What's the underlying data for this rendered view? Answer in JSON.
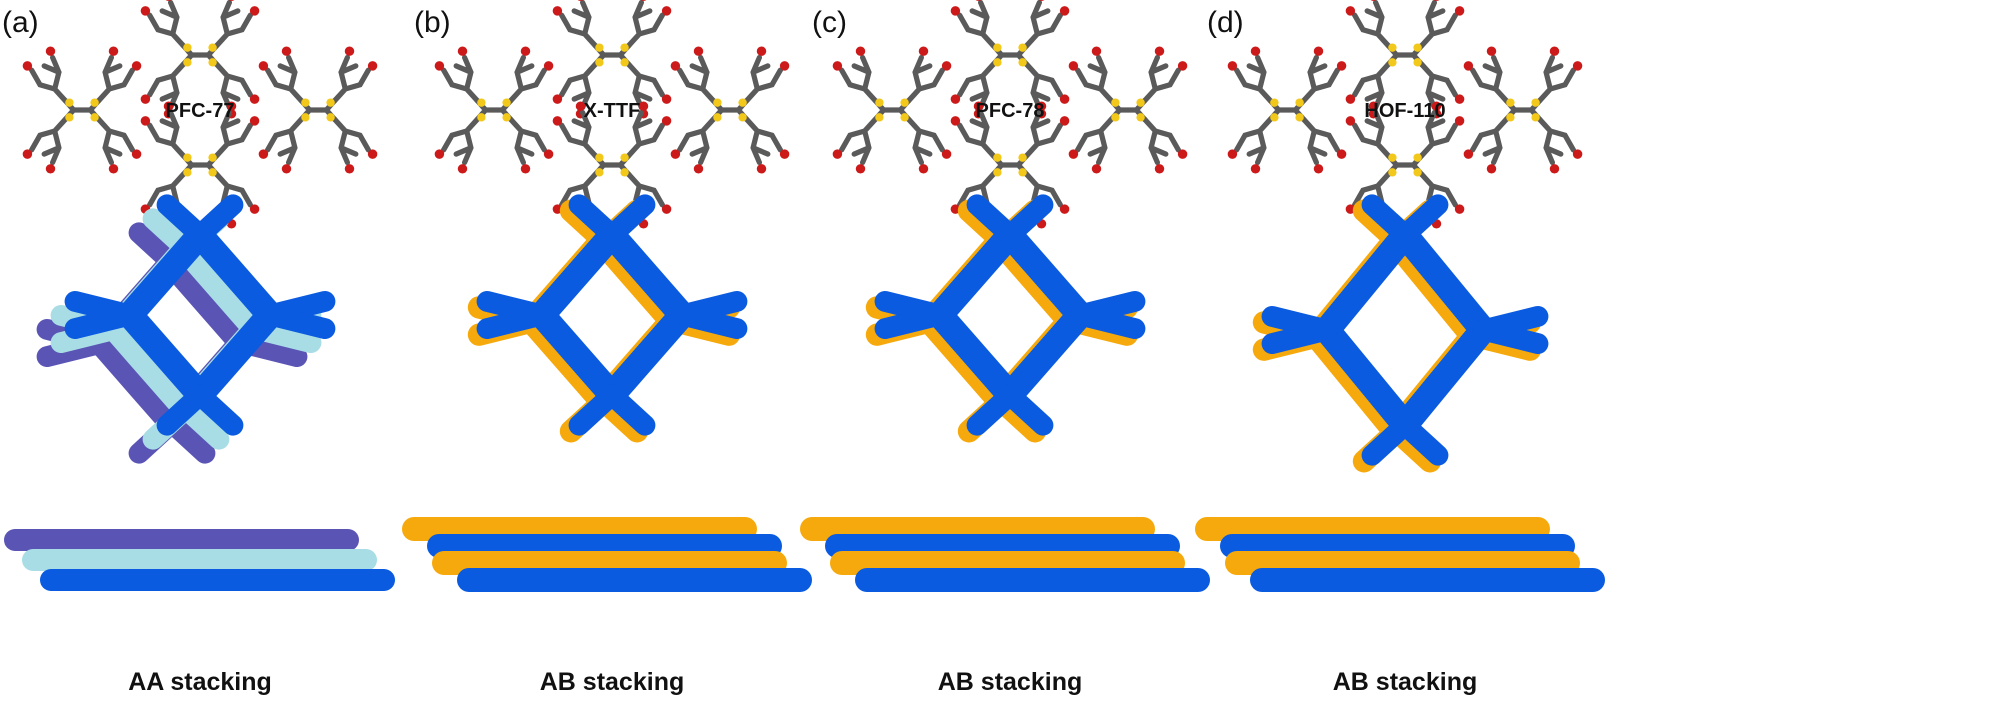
{
  "colors": {
    "carbon": "#5a5a5a",
    "sulfur": "#f2c81a",
    "oxygen": "#cc1a1a",
    "layer_blue": "#0a5be0",
    "layer_orange": "#f5a90c",
    "layer_lightblue": "#a9dde6",
    "layer_purple": "#5a55b5",
    "text": "#111111"
  },
  "panels": [
    {
      "id": "a",
      "label": "(a)",
      "name": "PFC-77",
      "stacking": "AA stacking",
      "layers": [
        "layer_purple",
        "layer_lightblue",
        "layer_blue"
      ],
      "shadow": "layer_lightblue"
    },
    {
      "id": "b",
      "label": "(b)",
      "name": "X-TTF",
      "stacking": "AB stacking",
      "layers": [
        "layer_orange",
        "layer_blue",
        "layer_orange",
        "layer_blue"
      ],
      "shadow": "layer_orange"
    },
    {
      "id": "c",
      "label": "(c)",
      "name": "PFC-78",
      "stacking": "AB stacking",
      "layers": [
        "layer_orange",
        "layer_blue",
        "layer_orange",
        "layer_blue"
      ],
      "shadow": "layer_orange"
    },
    {
      "id": "d",
      "label": "(d)",
      "name": "HOF-110",
      "stacking": "AB stacking",
      "layers": [
        "layer_orange",
        "layer_blue",
        "layer_orange",
        "layer_blue"
      ],
      "shadow": "layer_orange"
    }
  ]
}
